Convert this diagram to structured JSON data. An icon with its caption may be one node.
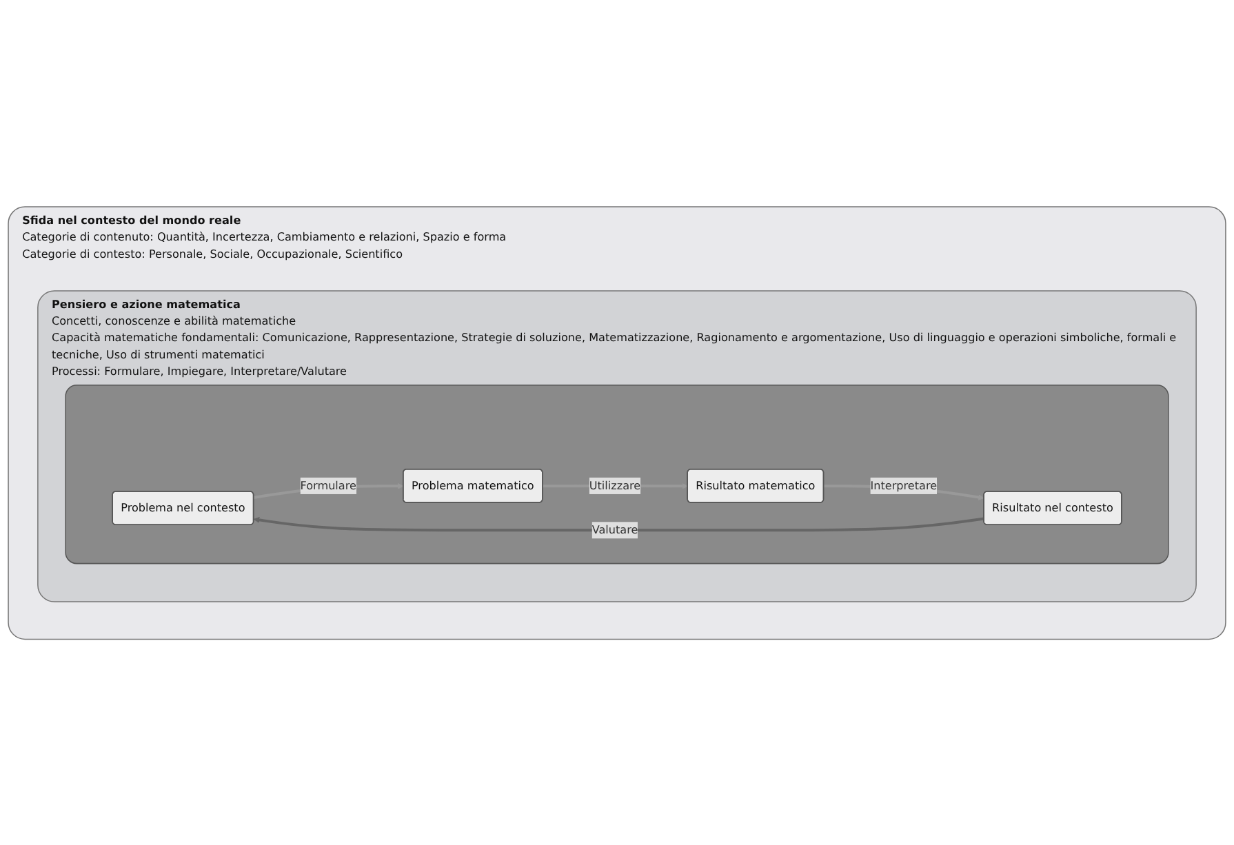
{
  "diagram": {
    "nodes": [
      {
        "text": [
          "Sfida nel contesto del mondo reale",
          "Categorie di contenuto: Quantità, Incertezza, Cambiamento e relazioni, Spazio e forma",
          "Categorie di contesto: Personale, Sociale, Occupazionale, Scientifico"
        ]
      },
      {
        "text": [
          "Pensiero e azione matematica",
          "Concetti, conoscenze e abilità matematiche",
          "Capacità matematiche fondamentali: Comunicazione, Rappresentazione, Strategie di soluzione, Matematizzazione, Ragionamento e argomentazione, Uso di linguaggio e operazioni simboliche, formali e tecniche, Uso di strumenti matematici",
          "Processi: Formulare, Impiegare, Interpretare/Valutare"
        ],
        "in": 0
      },
      {
        "text": [],
        "shape": "box",
        "in": 1
      },
      {
        "text": [
          "Problema nel contesto"
        ],
        "in": 2
      },
      {
        "text": [
          "Problema matematico"
        ],
        "in": 2
      },
      {
        "text": [
          "Risultato matematico"
        ],
        "in": 2
      },
      {
        "text": [
          "Risultato nel contesto"
        ],
        "in": 2
      }
    ],
    "edges": [
      {
        "from": 3,
        "to": 4,
        "arrow": "to",
        "label": "Formulare"
      },
      {
        "from": 4,
        "to": 5,
        "arrow": "to",
        "label": "Utilizzare"
      },
      {
        "from": 5,
        "to": 6,
        "arrow": "to",
        "label": "Interpretare"
      },
      {
        "from": 6,
        "to": 3,
        "arrow": "to",
        "label": "Valutare",
        "color": "#666666"
      }
    ]
  }
}
